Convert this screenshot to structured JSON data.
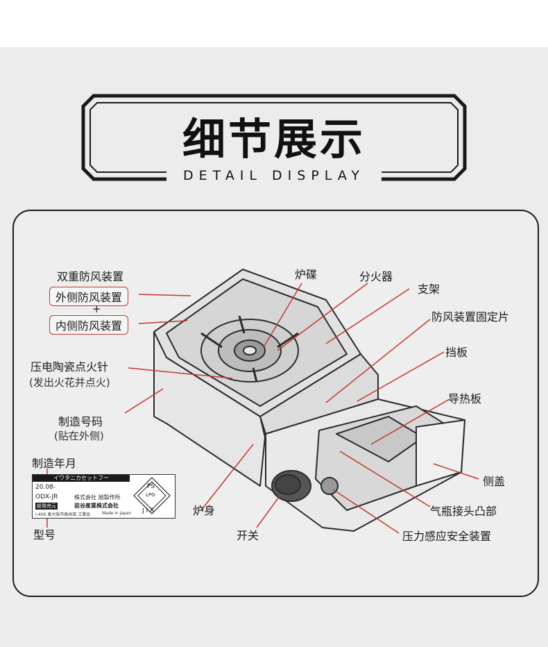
{
  "header": {
    "title_cn": "细节展示",
    "title_en": "DETAIL DISPLAY"
  },
  "labels": {
    "double_windshield": "双重防风装置",
    "outer_windshield": "外侧防风装置",
    "plus": "+",
    "inner_windshield": "内侧防风装置",
    "burner_plate": "炉碟",
    "flame_distributor": "分火器",
    "support": "支架",
    "windshield_clip": "防风装置固定片",
    "baffle": "挡板",
    "igniter": "压电陶瓷点火针",
    "igniter_note": "(发出火花并点火)",
    "heat_plate": "导热板",
    "serial_number": "制造号码",
    "serial_note": "(贴在外侧)",
    "side_cover": "侧盖",
    "manufacture_date": "制造年月",
    "body": "炉身",
    "connector": "气瓶接头凸部",
    "model": "型号",
    "switch": "开关",
    "pressure_safety": "压力感应安全装置"
  },
  "nameplate": {
    "brand": "イワタニカセットフー",
    "date": "20.08-",
    "model": "ODX-JR",
    "maker": "株式会社 旭製作所",
    "seller_tag": "総発売元",
    "seller": "岩谷産業株式会社",
    "fine_print": "I-406 東大阪市高井田 工業会",
    "made_in": "Made in Japan",
    "ps_mark": "PS",
    "lpg_mark": "LPG",
    "jia_mark": "J I A"
  },
  "colors": {
    "accent_red": "#c0392b",
    "line_dark": "#1a1a1a",
    "background": "#ececec"
  }
}
